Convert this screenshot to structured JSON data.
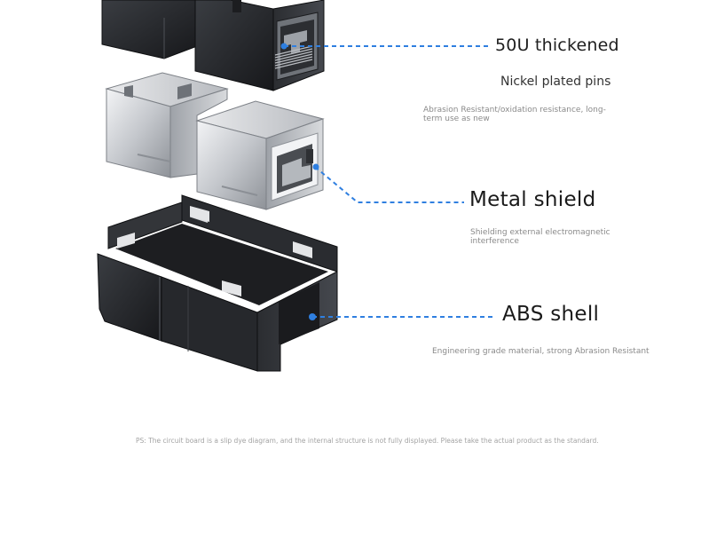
{
  "labels": {
    "thickened": "50U thickened",
    "nickel": "Nickel plated pins",
    "abrasion": "Abrasion Resistant/oxidation resistance, long-term use as new",
    "shield_title": "Metal shield",
    "shield_desc": "Shielding external electromagnetic interference",
    "abs_title": "ABS shell",
    "abs_desc": "Engineering grade material, strong Abrasion Resistant"
  },
  "footnote": "PS: The circuit board is a slip dye diagram, and the internal structure is not fully displayed. Please take the actual product as the standard.",
  "colors": {
    "callout": "#2f7fe0",
    "plastic": "#2a2c30",
    "metal": "#c9ccd1"
  }
}
